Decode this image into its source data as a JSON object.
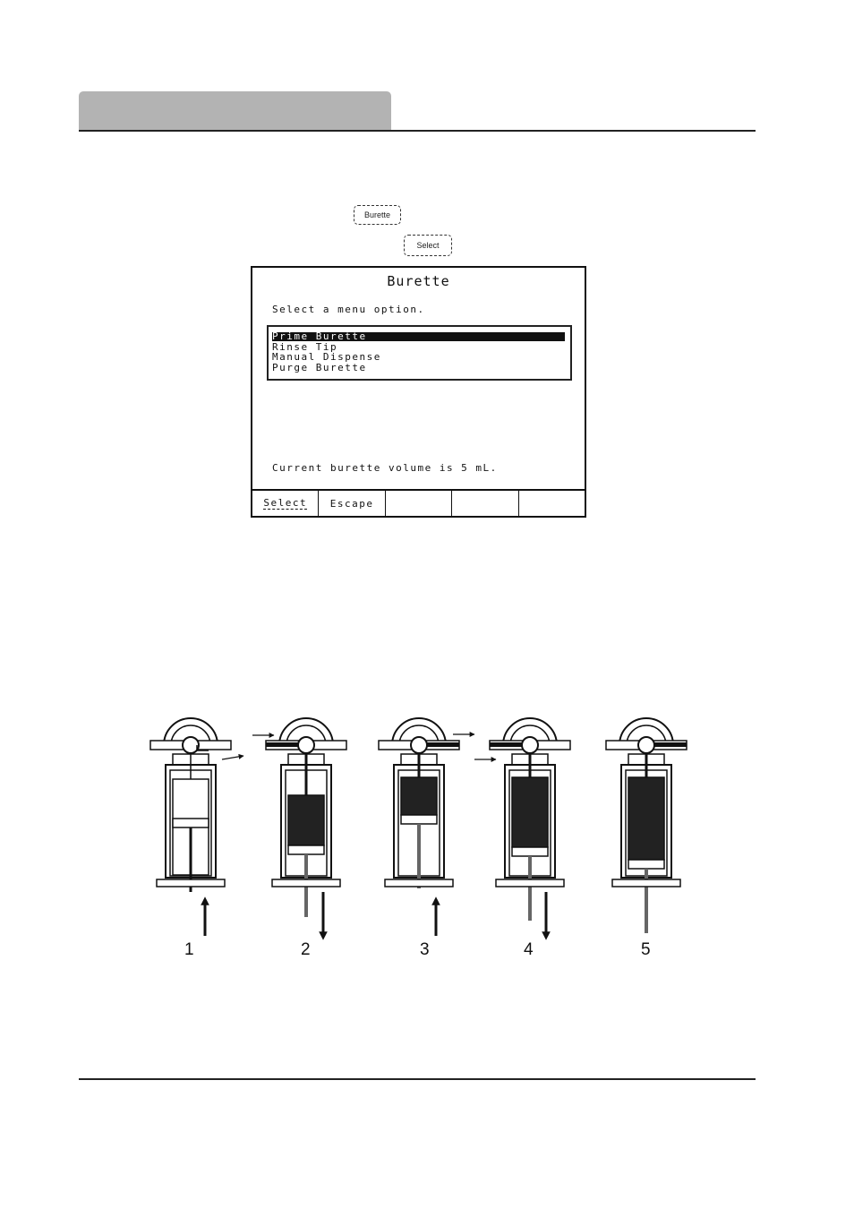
{
  "keys": {
    "burette": "Burette",
    "select": "Select"
  },
  "screen": {
    "title": "Burette",
    "prompt": "Select a menu option.",
    "menu_items": [
      "Prime Burette",
      "Rinse Tip",
      "Manual Dispense",
      "Purge Burette"
    ],
    "selected_index": 0,
    "status": "Current burette volume is 5 mL.",
    "softkeys": [
      "Select",
      "Escape",
      "",
      "",
      ""
    ]
  },
  "diagram": {
    "steps": [
      "1",
      "2",
      "3",
      "4",
      "5"
    ]
  }
}
